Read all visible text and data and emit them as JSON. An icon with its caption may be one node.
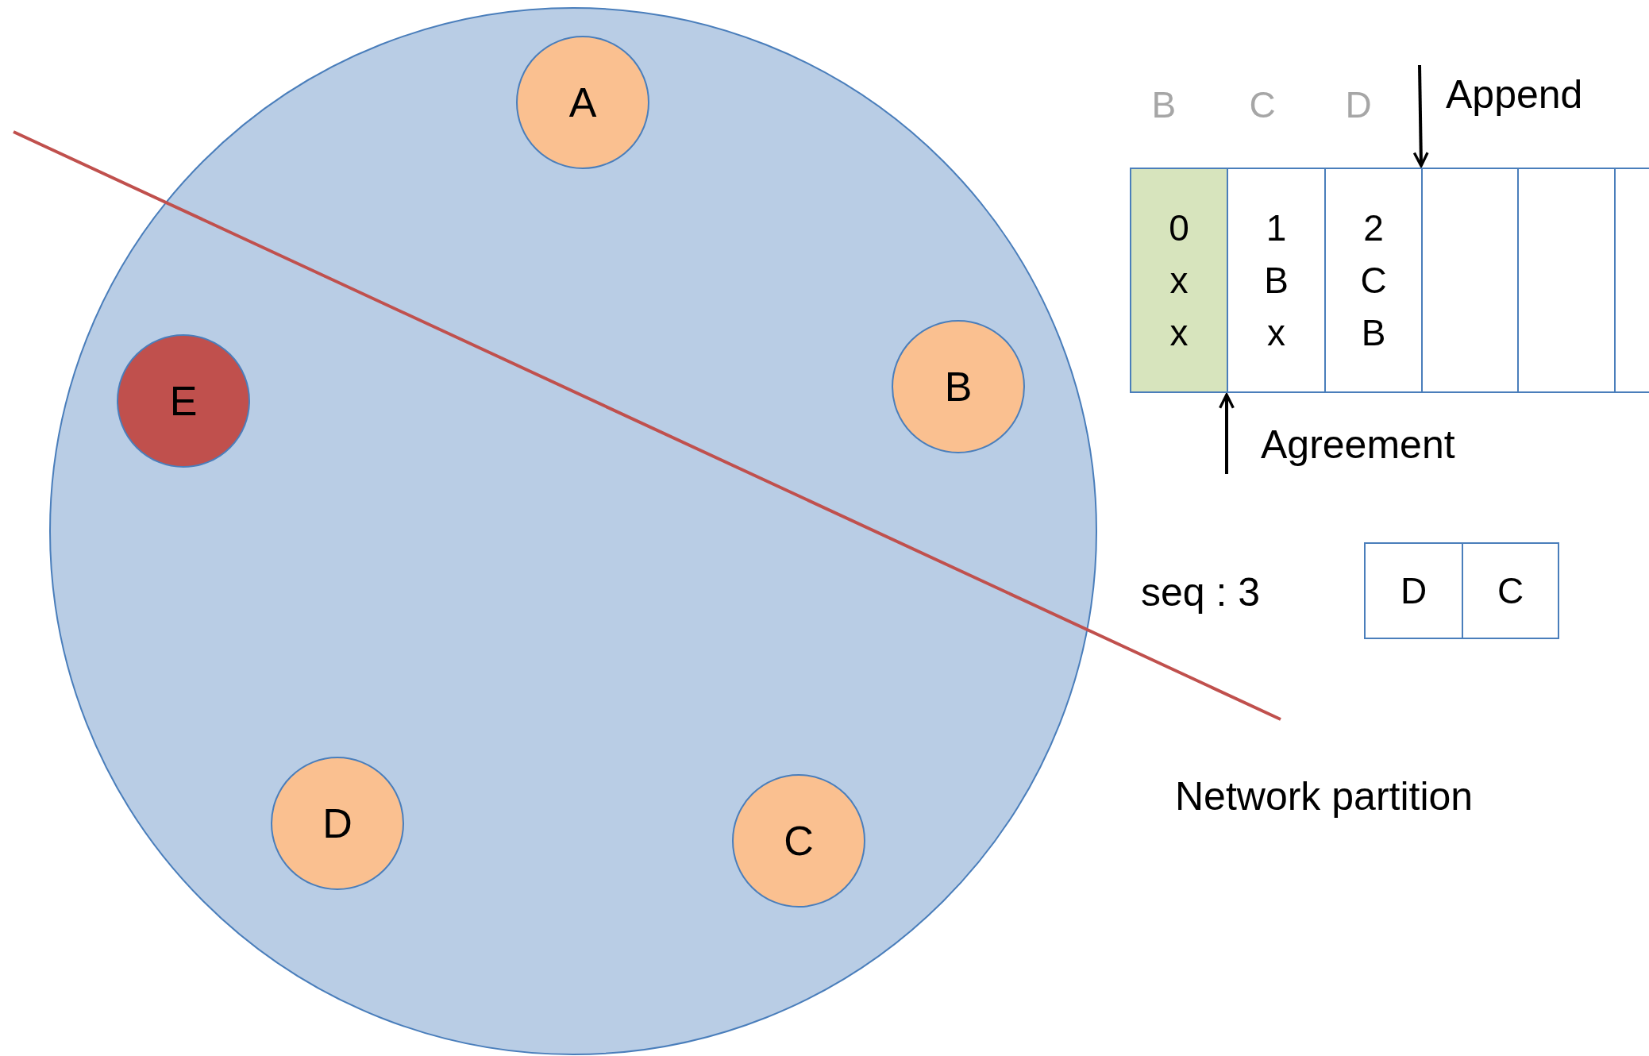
{
  "diagram": {
    "nodes": [
      {
        "text": [],
        "shape": "circle"
      },
      {
        "text": [
          "A"
        ],
        "in": 0
      },
      {
        "text": [
          "B"
        ],
        "in": 0
      },
      {
        "text": [
          "E"
        ],
        "in": 0
      },
      {
        "text": [
          "D"
        ],
        "in": 0
      },
      {
        "text": [
          "C"
        ],
        "in": 0
      },
      {
        "text": [
          "0",
          "x",
          "x"
        ]
      },
      {
        "text": [
          "1",
          "B",
          "x"
        ]
      },
      {
        "text": [
          "2",
          "C",
          "B"
        ]
      },
      {
        "text": [],
        "shape": "box"
      },
      {
        "text": [],
        "shape": "box"
      },
      {
        "text": [],
        "shape": "box"
      },
      {
        "text": [
          "D"
        ]
      },
      {
        "text": [
          "C"
        ]
      },
      {
        "text": [
          "Append"
        ]
      },
      {
        "text": [
          "Agreement"
        ]
      }
    ],
    "edges": [
      {
        "from": 14,
        "to": 9,
        "arrow": "to"
      },
      {
        "from": 15,
        "to": 7,
        "arrow": "to"
      }
    ],
    "labels": [
      "B",
      "C",
      "D",
      "seq : 3",
      "Network partition"
    ]
  }
}
